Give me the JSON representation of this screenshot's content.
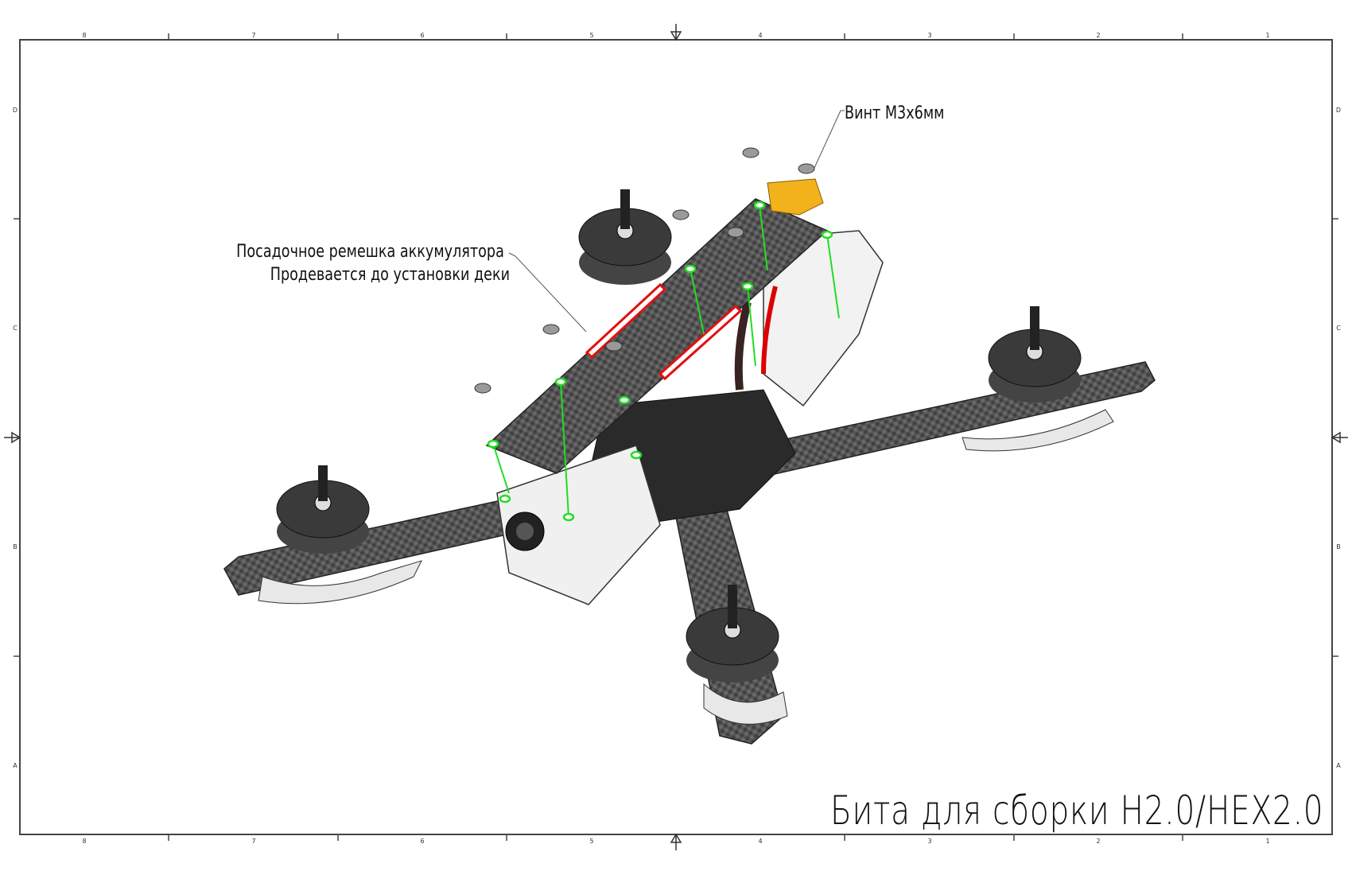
{
  "drawing": {
    "title": "Бита для сборки H2.0/HEX2.0",
    "annotations": {
      "strap_line1": "Посадочное ремешка аккумулятора",
      "strap_line2": "Продевается до установки деки",
      "screw": "Винт М3х6мм"
    },
    "columns": [
      "8",
      "7",
      "6",
      "5",
      "4",
      "3",
      "2",
      "1"
    ],
    "rows": [
      "D",
      "C",
      "B",
      "A"
    ]
  },
  "colors": {
    "frame": "#444444",
    "carbon": "#4a4a4a",
    "highlight_green": "#22dd22",
    "strap_red": "#e01010",
    "connector_yellow": "#f2b21c"
  }
}
